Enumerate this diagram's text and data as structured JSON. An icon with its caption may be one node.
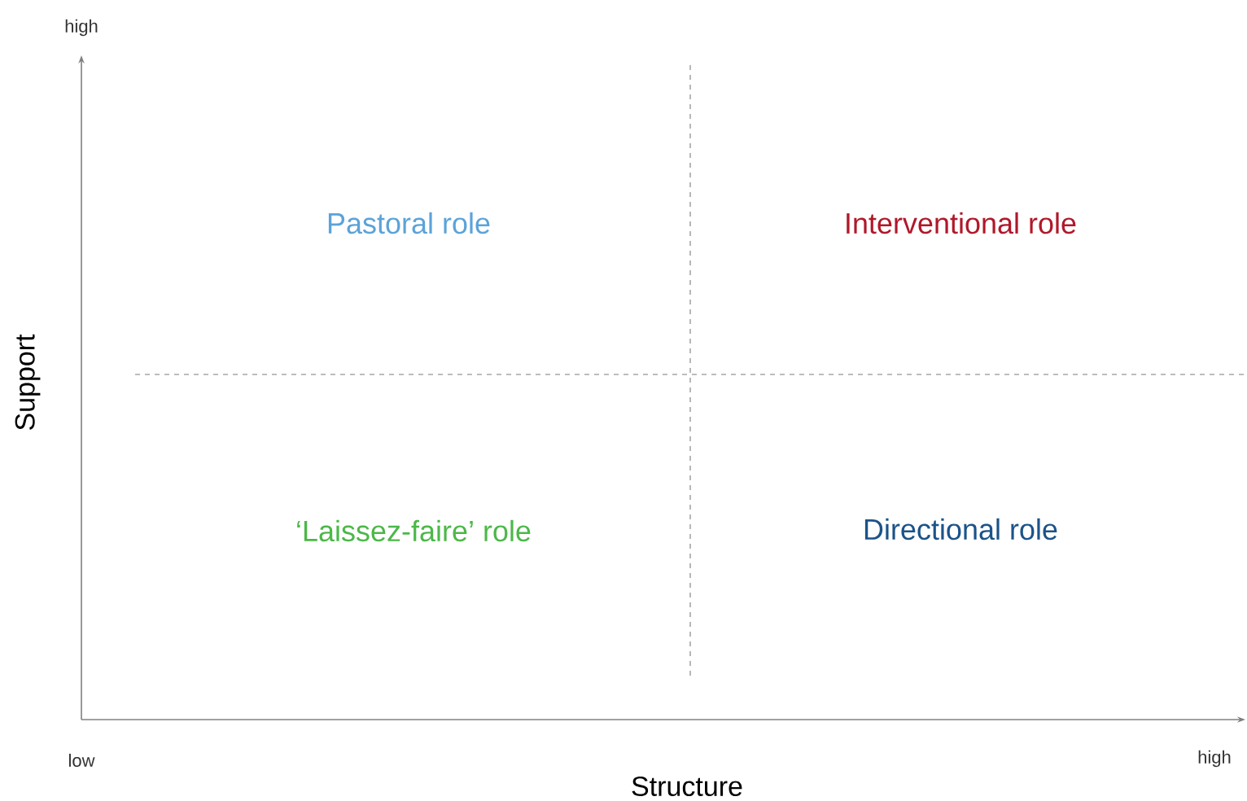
{
  "diagram": {
    "labels": [
      "high",
      "Pastoral role",
      "Interventional role",
      "Support",
      "‘Laissez-faire’ role",
      "Directional role",
      "low",
      "high",
      "Structure"
    ]
  }
}
